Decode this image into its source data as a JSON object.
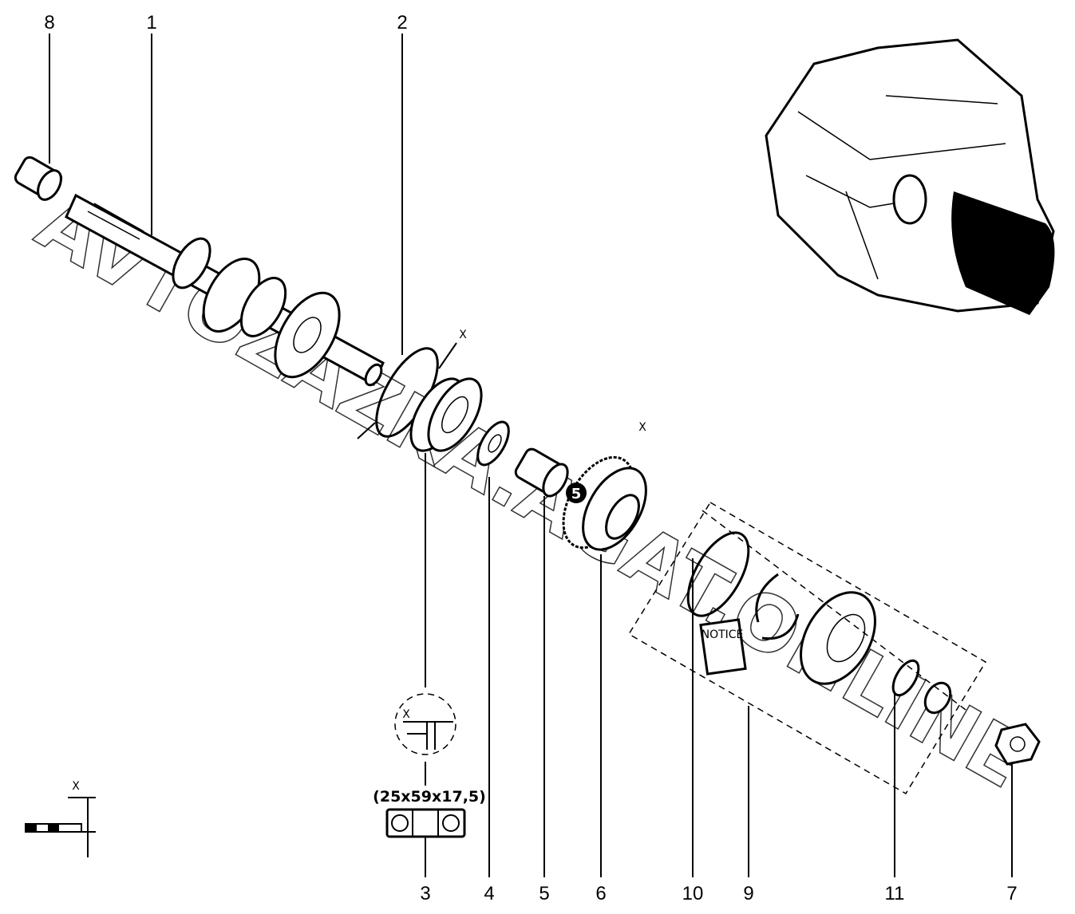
{
  "diagram": {
    "callouts": [
      "8",
      "1",
      "2",
      "3",
      "4",
      "5",
      "6",
      "10",
      "9",
      "11",
      "7"
    ],
    "dimension_marker": "X",
    "bearing_size": "(25x59x17,5)",
    "torque_badge": "5",
    "notice_label": "NOTICE",
    "watermark": "AVTOZAZKA.AGAT.ONLINE"
  }
}
